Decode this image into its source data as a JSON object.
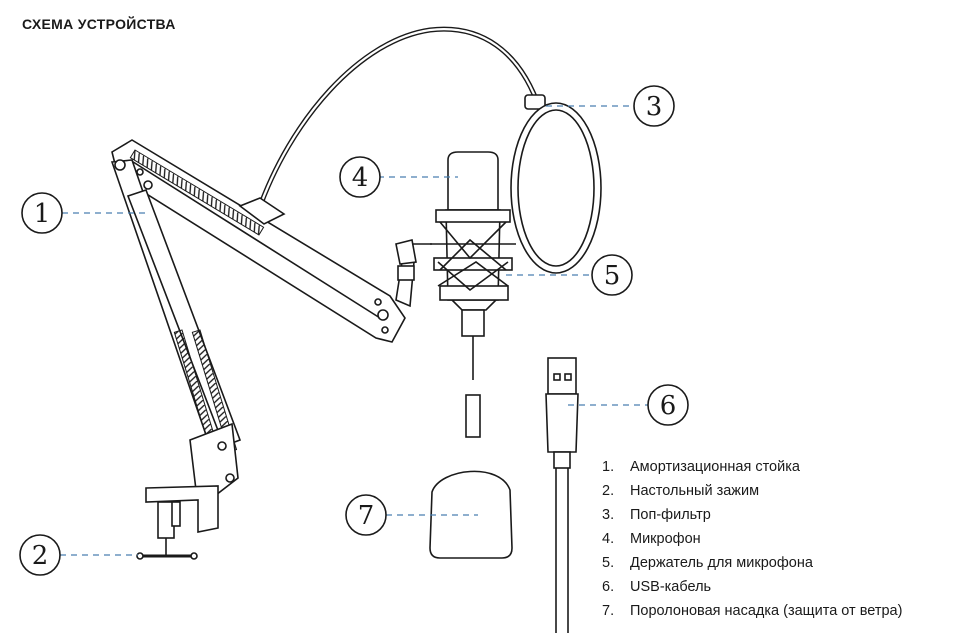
{
  "title": "СХЕМА УСТРОЙСТВА",
  "callouts": [
    "1",
    "2",
    "3",
    "4",
    "5",
    "6",
    "7"
  ],
  "legend": [
    {
      "num": "1.",
      "text": "Амортизационная стойка"
    },
    {
      "num": "2.",
      "text": "Настольный зажим"
    },
    {
      "num": "3.",
      "text": "Поп-фильтр"
    },
    {
      "num": "4.",
      "text": "Микрофон"
    },
    {
      "num": "5.",
      "text": "Держатель для микрофона"
    },
    {
      "num": "6.",
      "text": "USB-кабель"
    },
    {
      "num": "7.",
      "text": "Поролоновая насадка (защита от ветра)"
    }
  ],
  "colors": {
    "line": "#1a1a1a",
    "leader": "#4a7fb0"
  }
}
